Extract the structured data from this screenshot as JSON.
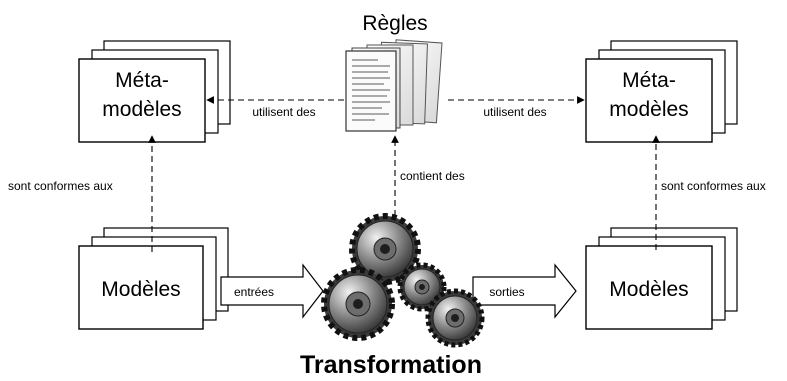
{
  "rules": {
    "title": "Règles"
  },
  "metamodel_left": {
    "line1": "Méta-",
    "line2": "modèles"
  },
  "metamodel_right": {
    "line1": "Méta-",
    "line2": "modèles"
  },
  "model_left": {
    "label": "Modèles"
  },
  "model_right": {
    "label": "Modèles"
  },
  "transformation": {
    "title": "Transformation"
  },
  "edges": {
    "uses_left": "utilisent des",
    "uses_right": "utilisent des",
    "conforms_left": "sont conformes aux",
    "conforms_right": "sont conformes aux",
    "contains": "contient des",
    "inputs": "entrées",
    "outputs": "sorties"
  },
  "icons": {
    "rules": "document-stack-icon",
    "transformation": "gears-icon"
  }
}
